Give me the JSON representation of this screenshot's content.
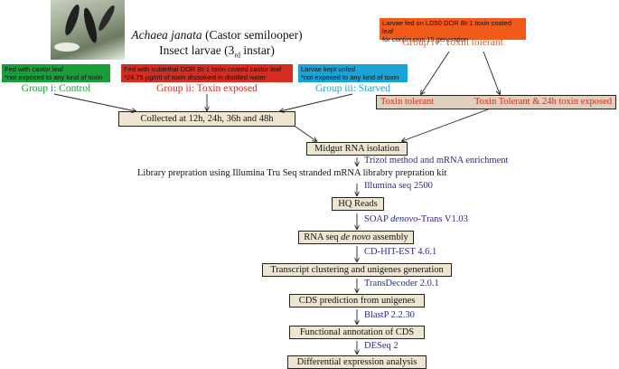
{
  "header": {
    "species": "Achaea janata",
    "species_suffix": " (Castor semilooper)",
    "insect_line": "Insect larvae (3",
    "insect_sup": "rd",
    "insect_end": " instar)"
  },
  "groups": {
    "control": {
      "note1": "Fed with castor leaf",
      "note2": "*not exposed to any kind of toxin",
      "label": "Group i: Control",
      "color": "#1a9e3a"
    },
    "exposed": {
      "note1": "Fed with sublethal DOR Bt-1 toxin coated castor leaf",
      "note2": "*24.75 µg/ml of toxin dissolved in distilled water",
      "label": "Group ii: Toxin exposed",
      "color": "#d62d20"
    },
    "starved": {
      "note1": "Larvae kept unfed",
      "note2": "*not exposed to any kind of toxin",
      "label": "Group iii: Starved",
      "color": "#1aa3d6"
    },
    "tolerant": {
      "note1": "Larvae fed on LD50 DOR Bt-1 toxin coated leaf",
      "note2": "for continuous 15 generation",
      "label": "Group iv: Toxin tolerant",
      "color": "#f25a1a"
    }
  },
  "tolerant_box": {
    "left": "Toxin tolerant",
    "right": "Toxin Tolerant & 24h toxin exposed"
  },
  "collected": "Collected at 12h, 24h, 36h and 48h",
  "flow": {
    "midgut": "Midgut RNA isolation",
    "trizol": "Trizol method and mRNA enrichment",
    "library": "Library prepration using Illumina Tru Seq stranded mRNA librabry prepration kit",
    "illumina": "Illumina seq 2500",
    "hq": "HQ Reads",
    "soap_a": "SOAP ",
    "soap_b": "denovo",
    "soap_c": "-Trans V1.03",
    "rna_a": "RNA seq ",
    "rna_b": "de novo",
    "rna_c": " assembly",
    "cdhit": "CD-HIT-EST 4.6.1",
    "cluster": "Transcript clustering and unigenes generation",
    "transdecoder": "TransDecoder 2.0.1",
    "cds": "CDS prediction from unigenes",
    "blastp": "BlastP 2.2.30",
    "functional": "Functional annotation of CDS",
    "deseq": "DESeq 2",
    "differential": "Differential expression analysis"
  }
}
